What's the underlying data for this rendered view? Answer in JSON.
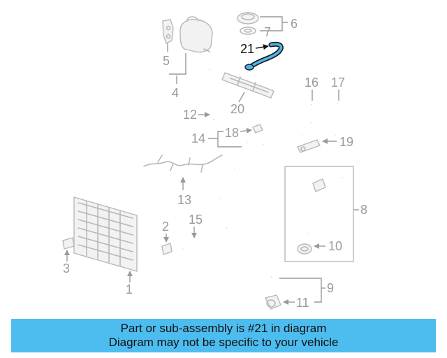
{
  "callouts": {
    "c1": "1",
    "c2": "2",
    "c3": "3",
    "c4": "4",
    "c5": "5",
    "c6": "6",
    "c7": "7",
    "c8": "8",
    "c9": "9",
    "c10": "10",
    "c11": "11",
    "c12": "12",
    "c13": "13",
    "c14": "14",
    "c15": "15",
    "c16": "16",
    "c17": "17",
    "c18": "18",
    "c19": "19",
    "c20": "20",
    "c21": "21"
  },
  "highlight": {
    "part_number": "21",
    "color": "#4ab7ea"
  },
  "banner": {
    "line1": "Part or sub-assembly is #21 in diagram",
    "line2": "Diagram may not be specific to your vehicle",
    "background": "#4dbdf0"
  }
}
